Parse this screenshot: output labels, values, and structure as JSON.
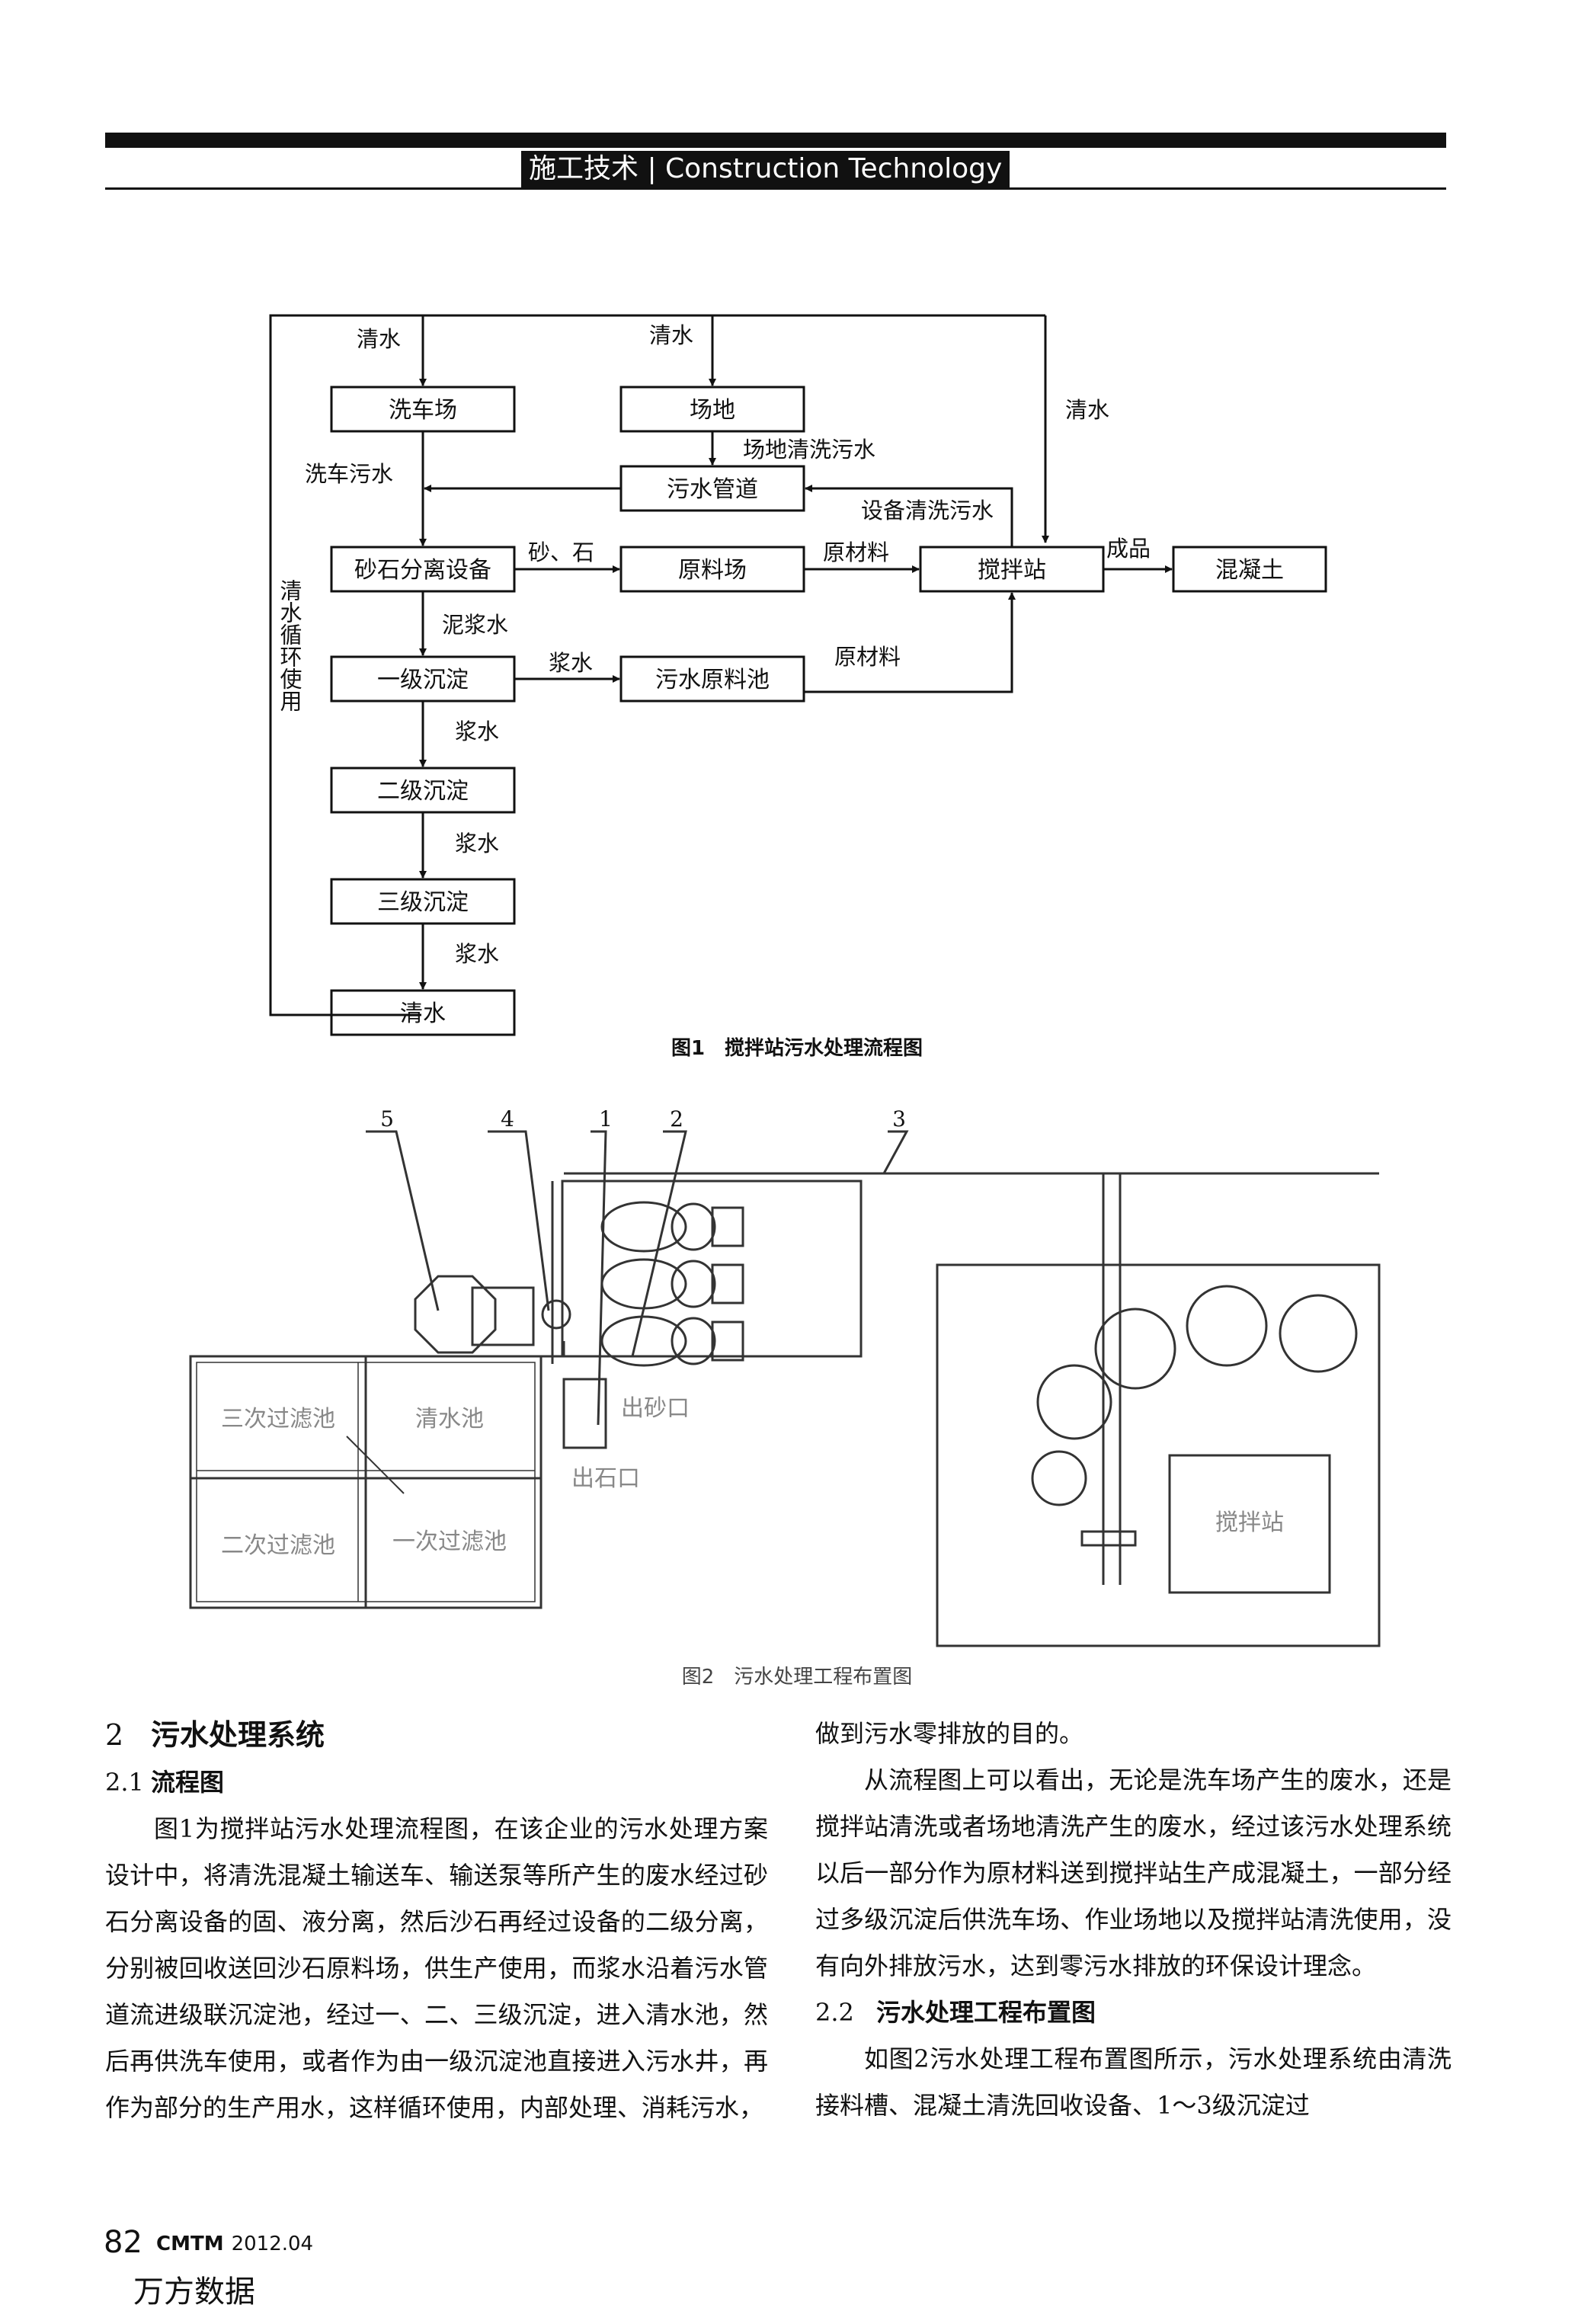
{
  "header": {
    "tag": "施工技术 | Construction Technology"
  },
  "fig1": {
    "caption": "图1　搅拌站污水处理流程图",
    "boxes": {
      "wash": "洗车场",
      "site": "场地",
      "pipe": "污水管道",
      "sep": "砂石分离设备",
      "raw": "原料场",
      "mixer": "搅拌站",
      "concrete": "混凝土",
      "sed1": "一级沉淀",
      "pool": "污水原料池",
      "sed2": "二级沉淀",
      "sed3": "三级沉淀",
      "clear": "清水"
    },
    "labels": {
      "clear_left": "清水",
      "clear_mid": "清水",
      "clear_right": "清水",
      "site_wash": "场地清洗污水",
      "car_wash": "洗车污水",
      "equip_wash": "设备清洗污水",
      "sand_stone": "砂、石",
      "raw_material1": "原材料",
      "product": "成品",
      "mud": "泥浆水",
      "slurry1": "浆水",
      "raw_material2": "原材料",
      "slurry2": "浆水",
      "slurry3": "浆水",
      "slurry4": "浆水",
      "loop": "清水循环使用"
    }
  },
  "fig2": {
    "caption": "图2　污水处理工程布置图",
    "callouts": [
      "5",
      "4",
      "1",
      "2",
      "3"
    ],
    "labels": {
      "filter3": "三次过滤池",
      "clearpool": "清水池",
      "filter2": "二次过滤池",
      "filter1": "一次过滤池",
      "sand_out": "出砂口",
      "stone_out": "出石口",
      "station": "搅拌站"
    }
  },
  "text": {
    "sec2_num": "2",
    "sec2_title": "污水处理系统",
    "sec21_num": "2.1",
    "sec21_title": "流程图",
    "p1": "图1为搅拌站污水处理流程图，在该企业的污水处理方案设计中，将清洗混凝土输送车、输送泵等所产生的废水经过砂石分离设备的固、液分离，然后沙石再经过设备的二级分离，分别被回收送回沙石原料场，供生产使用，而浆水沿着污水管道流进级联沉淀池，经过一、二、三级沉淀，进入清水池，然后再供洗车使用，或者作为由一级沉淀池直接进入污水井，再作为部分的生产用水，这样循环使用，内部处理、消耗污水，",
    "p1_cont": "做到污水零排放的目的。",
    "p2": "从流程图上可以看出，无论是洗车场产生的废水，还是搅拌站清洗或者场地清洗产生的废水，经过该污水处理系统以后一部分作为原材料送到搅拌站生产成混凝土，一部分经过多级沉淀后供洗车场、作业场地以及搅拌站清洗使用，没有向外排放污水，达到零污水排放的环保设计理念。",
    "sec22_num": "2.2",
    "sec22_title": "污水处理工程布置图",
    "p3": "如图2污水处理工程布置图所示，污水处理系统由清洗接料槽、混凝土清洗回收设备、1～3级沉淀过"
  },
  "footer": {
    "page": "82",
    "journal": "CMTM",
    "issue": "2012.04",
    "watermark": "万方数据"
  }
}
